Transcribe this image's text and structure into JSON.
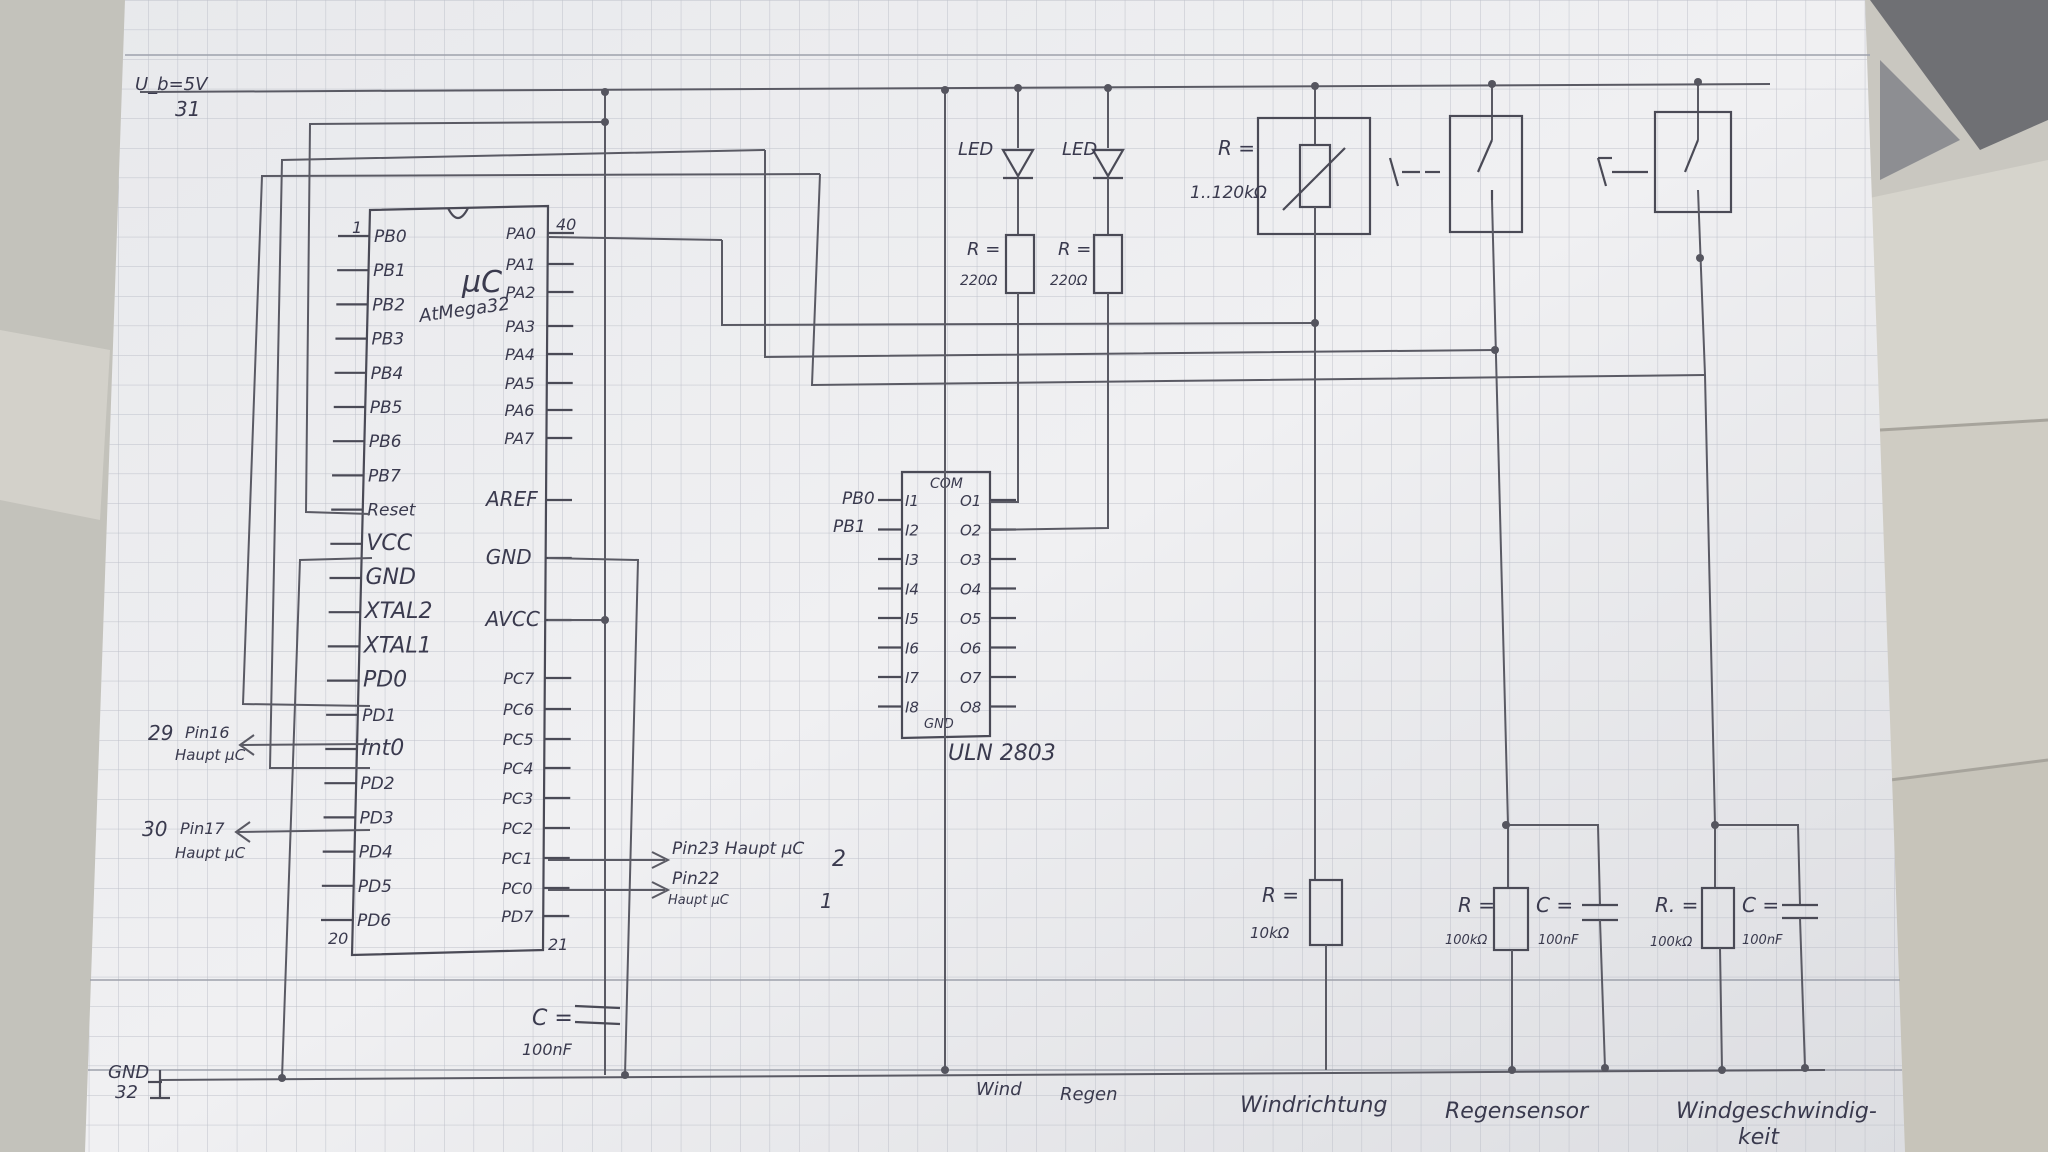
{
  "supply": {
    "label": "U_b=5V",
    "pin": "31"
  },
  "ground": {
    "label": "GND",
    "pin": "32"
  },
  "mcu": {
    "pin1": "1",
    "pin40": "40",
    "pin20": "20",
    "pin21": "21",
    "name": "µC",
    "model": "AtMega32",
    "left_pins": [
      "PB0",
      "PB1",
      "PB2",
      "PB3",
      "PB4",
      "PB5",
      "PB6",
      "PB7",
      "Reset",
      "VCC",
      "GND",
      "XTAL2",
      "XTAL1",
      "PD0",
      "PD1",
      "Int0",
      "PD2",
      "PD3",
      "PD4",
      "PD5",
      "PD6"
    ],
    "right_pins": [
      "PA0",
      "PA1",
      "PA2",
      "PA3",
      "PA4",
      "PA5",
      "PA6",
      "PA7",
      "AREF",
      "GND",
      "AVCC",
      "PC7",
      "PC6",
      "PC5",
      "PC4",
      "PC3",
      "PC2",
      "PC1",
      "PC0",
      "PD7"
    ]
  },
  "driver": {
    "name": "ULN 2803",
    "com": "COM",
    "gnd": "GND",
    "inputs": [
      "I1",
      "I2",
      "I3",
      "I4",
      "I5",
      "I6",
      "I7",
      "I8"
    ],
    "outputs": [
      "O1",
      "O2",
      "O3",
      "O4",
      "O5",
      "O6",
      "O7",
      "O8"
    ],
    "in_labels": [
      "PB0",
      "PB1"
    ]
  },
  "capacitor_mcu": {
    "label": "C =",
    "value": "100nF"
  },
  "leds": [
    {
      "label": "LED",
      "r_label": "R =",
      "r_value": "220Ω"
    },
    {
      "label": "LED",
      "r_label": "R =",
      "r_value": "220Ω"
    }
  ],
  "poti": {
    "label": "R =",
    "value": "1..120kΩ"
  },
  "r_wind_dir": {
    "label": "R =",
    "value": "10kΩ"
  },
  "rain_rc": {
    "r_label": "R =",
    "r_value": "100kΩ",
    "c_label": "C =",
    "c_value": "100nF"
  },
  "speed_rc": {
    "r_label": "R. =",
    "r_value": "100kΩ",
    "c_label": "C =",
    "c_value": "100nF"
  },
  "connections": [
    {
      "pin": "29",
      "target": "Pin16",
      "sub": "Haupt µC"
    },
    {
      "pin": "30",
      "target": "Pin17",
      "sub": "Haupt µC"
    },
    {
      "pin": "2",
      "target": "Pin23 Haupt µC"
    },
    {
      "pin": "1",
      "target": "Pin22",
      "sub": "Haupt µC"
    }
  ],
  "bottom_labels": [
    "Wind",
    "Regen",
    "Windrichtung",
    "Regensensor",
    "Windgeschwindig-",
    "keit"
  ]
}
